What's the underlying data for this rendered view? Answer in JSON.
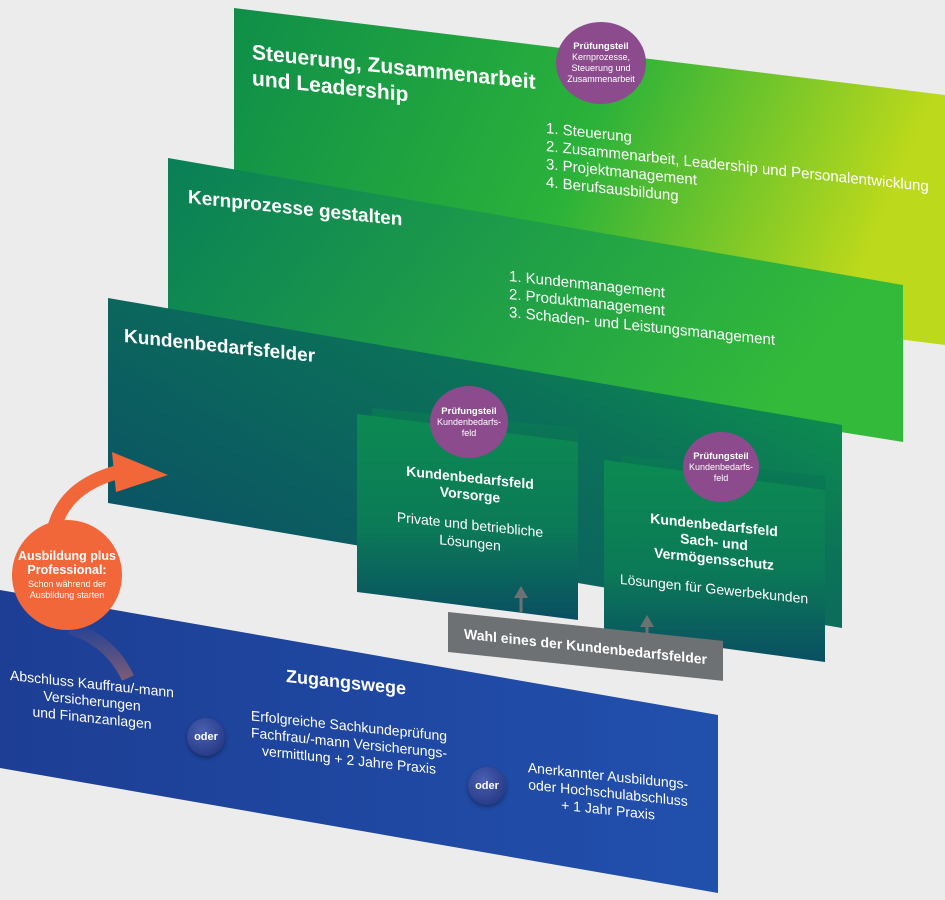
{
  "layers": {
    "steuerung": {
      "title_line1": "Steuerung, Zusammenarbeit",
      "title_line2": "und Leadership",
      "items": [
        "1. Steuerung",
        "2. Zusammenarbeit, Leadership und Personalentwicklung",
        "3. Projektmanagement",
        "4. Berufsausbildung"
      ],
      "badge": {
        "title": "Prüfungsteil",
        "lines": [
          "Kernprozesse,",
          "Steuerung und",
          "Zusammenarbeit"
        ]
      }
    },
    "kernprozesse": {
      "title": "Kernprozesse gestalten",
      "items": [
        "1. Kundenmanagement",
        "2. Produktmanagement",
        "3. Schaden- und Leistungsmanagement"
      ]
    },
    "kundenbedarfsfelder": {
      "title": "Kundenbedarfsfelder",
      "vorsorge": {
        "badge": {
          "title": "Prüfungsteil",
          "lines": [
            "Kundenbedarfs-",
            "feld"
          ]
        },
        "title_line1": "Kundenbedarfsfeld",
        "title_line2": "Vorsorge",
        "sub_line1": "Private und betriebliche",
        "sub_line2": "Lösungen"
      },
      "sach": {
        "badge": {
          "title": "Prüfungsteil",
          "lines": [
            "Kundenbedarfs-",
            "feld"
          ]
        },
        "title_line1": "Kundenbedarfsfeld",
        "title_line2": "Sach- und",
        "title_line3": "Vermögensschutz",
        "sub": "Lösungen für Gewerbekunden"
      },
      "wahl": "Wahl eines der Kundenbedarfsfelder"
    },
    "zugangswege": {
      "title": "Zugangswege",
      "option1": [
        "Abschluss Kauffrau/-mann",
        "Versicherungen",
        "und Finanzanlagen"
      ],
      "option2": [
        "Erfolgreiche Sachkundeprüfung",
        "Fachfrau/-mann Versicherungs-",
        "vermittlung + 2 Jahre Praxis"
      ],
      "option3": [
        "Anerkannter Ausbildungs-",
        "oder Hochschulabschluss",
        "+ 1 Jahr Praxis"
      ],
      "oder": "oder"
    }
  },
  "ausbildung_plus": {
    "title_line1": "Ausbildung plus",
    "title_line2": "Professional:",
    "sub_line1": "Schon während der",
    "sub_line2": "Ausbildung starten"
  },
  "colors": {
    "background": "#ececec",
    "steuerung_from": "#139a4c",
    "steuerung_to": "#b7d51d",
    "kern_from": "#0a8555",
    "kern_to": "#2cb53d",
    "kunden_from": "#0c5a62",
    "kunden_to": "#0d8c56",
    "zugang": "#1f46a0",
    "badge": "#8b4b8d",
    "accent_orange": "#f2673a",
    "wahl": "#6d7173"
  }
}
